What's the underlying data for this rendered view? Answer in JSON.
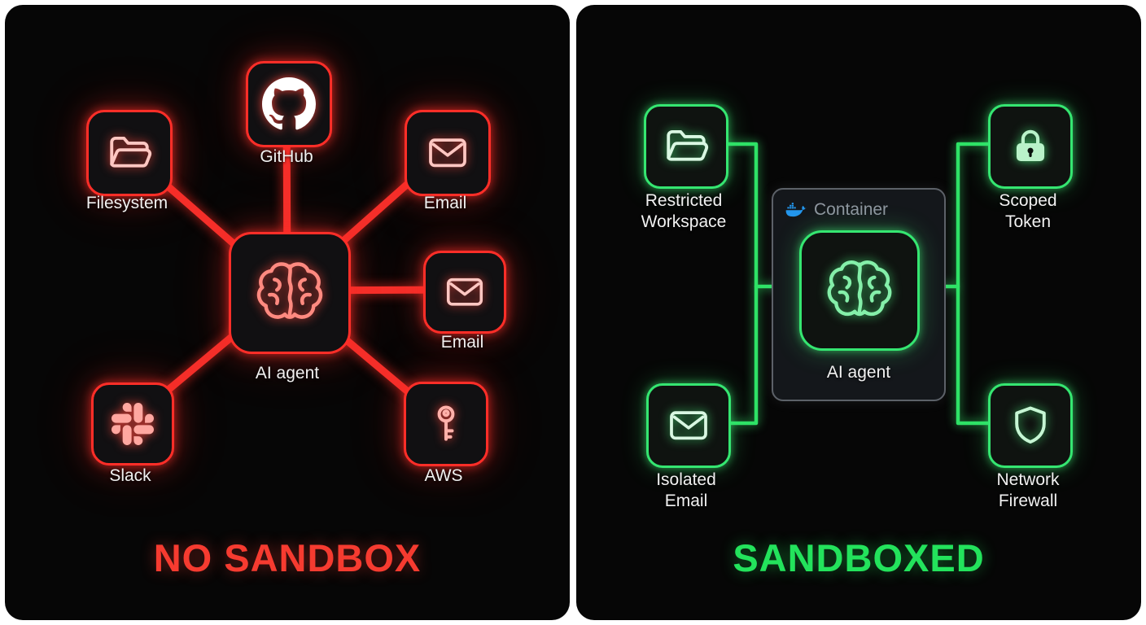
{
  "left": {
    "title": "NO SANDBOX",
    "accent": "#f5302b",
    "agent": {
      "label": "AI agent"
    },
    "nodes": [
      {
        "id": "filesystem",
        "label": "Filesystem"
      },
      {
        "id": "github",
        "label": "GitHub"
      },
      {
        "id": "email-top",
        "label": "Email"
      },
      {
        "id": "email-right",
        "label": "Email"
      },
      {
        "id": "aws",
        "label": "AWS"
      },
      {
        "id": "slack",
        "label": "Slack"
      }
    ]
  },
  "right": {
    "title": "SANDBOXED",
    "accent": "#2ee266",
    "container": {
      "label": "Container"
    },
    "agent": {
      "label": "AI agent"
    },
    "nodes": [
      {
        "id": "restricted-workspace",
        "label": "Restricted Workspace"
      },
      {
        "id": "scoped-token",
        "label": "Scoped Token"
      },
      {
        "id": "isolated-email",
        "label": "Isolated Email"
      },
      {
        "id": "network-firewall",
        "label": "Network Firewall"
      }
    ]
  }
}
